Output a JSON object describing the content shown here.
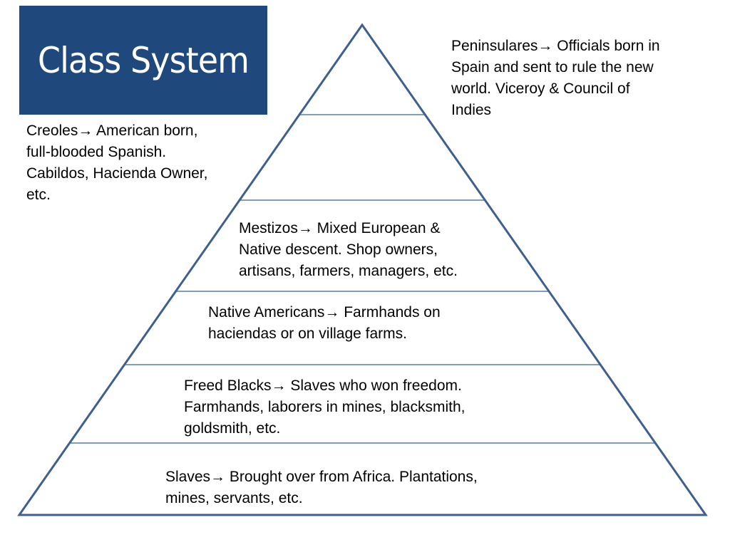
{
  "slide": {
    "title": "Class System",
    "colors": {
      "title_background": "#1f497d",
      "title_text": "#ffffff",
      "pyramid_outline": "#3f5f8f",
      "pyramid_dividers": "#7f9dbf",
      "body_text": "#000000"
    }
  },
  "pyramid": {
    "tiers": [
      {
        "level": 1,
        "class_name": "Peninsulares",
        "arrow_icon": "→",
        "description": "Officials born in Spain and sent to rule the new world.  Viceroy & Council of Indies",
        "text": "Peninsulares→ Officials born in\nSpain and sent to rule the new\nworld.  Viceroy & Council of\nIndies"
      },
      {
        "level": 2,
        "class_name": "Creoles",
        "arrow_icon": "→",
        "description": "American born, full-blooded Spanish. Cabildos, Hacienda Owner, etc.",
        "text": "Creoles→ American born,\nfull-blooded Spanish.\nCabildos, Hacienda Owner,\netc."
      },
      {
        "level": 3,
        "class_name": "Mestizos",
        "arrow_icon": "→",
        "description": "Mixed European & Native descent.  Shop owners, artisans, farmers, managers, etc.",
        "text": "Mestizos→ Mixed European &\nNative descent.  Shop owners,\nartisans, farmers, managers, etc."
      },
      {
        "level": 4,
        "class_name": "Native Americans",
        "arrow_icon": "→",
        "description": "Farmhands on haciendas or on village farms.",
        "text": "Native Americans→ Farmhands on\nhaciendas or on village farms."
      },
      {
        "level": 5,
        "class_name": "Freed Blacks",
        "arrow_icon": "→",
        "description": "Slaves who won freedom. Farmhands, laborers in mines, blacksmith, goldsmith, etc.",
        "text": "Freed Blacks→ Slaves who won freedom.\nFarmhands, laborers in mines, blacksmith,\ngoldsmith, etc."
      },
      {
        "level": 6,
        "class_name": "Slaves",
        "arrow_icon": "→",
        "description": "Brought over from Africa.  Plantations, mines, servants, etc.",
        "text": "Slaves→ Brought over from Africa.  Plantations,\nmines, servants, etc."
      }
    ]
  }
}
